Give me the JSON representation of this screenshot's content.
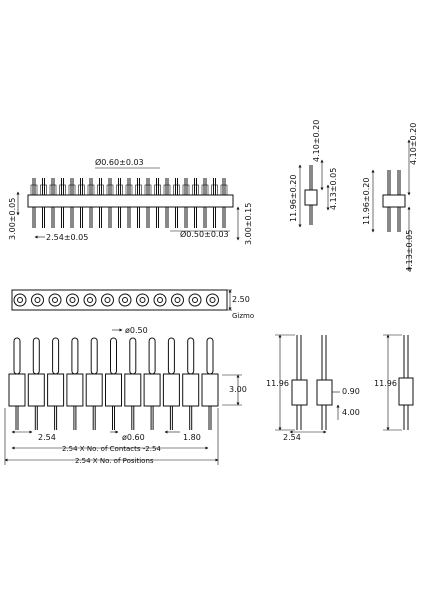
{
  "top_view": {
    "dim_pin_dia": "Ø0.60±0.03",
    "dim_pitch": "2.54±0.05",
    "dim_tip_dia": "Ø0.50±0.03",
    "dim_height": "3.00±0.05",
    "dim_tail": "3.00±0.15"
  },
  "side_view_single": {
    "dim_total": "11.96±0.20",
    "dim_top": "4.10±0.20",
    "dim_mid": "4.13±0.05"
  },
  "side_view_double": {
    "dim_total": "11.96±0.20",
    "dim_top": "4.10±0.20",
    "dim_bottom": "4.13±0.05"
  },
  "strip_view": {
    "dim_width": "2.50"
  },
  "front_view": {
    "dim_pin_dia": "ø0.50",
    "dim_body_height": "3.00",
    "dim_pitch": "2.54",
    "dim_tail_dia": "ø0.60",
    "dim_tail_len": "1.80",
    "dim_contacts": "2.54 X No. of Contacts  -2.54",
    "dim_positions": "2.54 X No. of Positions"
  },
  "dual_row_view": {
    "dim_total": "11.96",
    "dim_step": "0.90",
    "dim_lead": "4.00",
    "dim_pitch": "2.54"
  },
  "single_end_view": {
    "dim_total": "11.96"
  },
  "watermark": "Gizmo"
}
